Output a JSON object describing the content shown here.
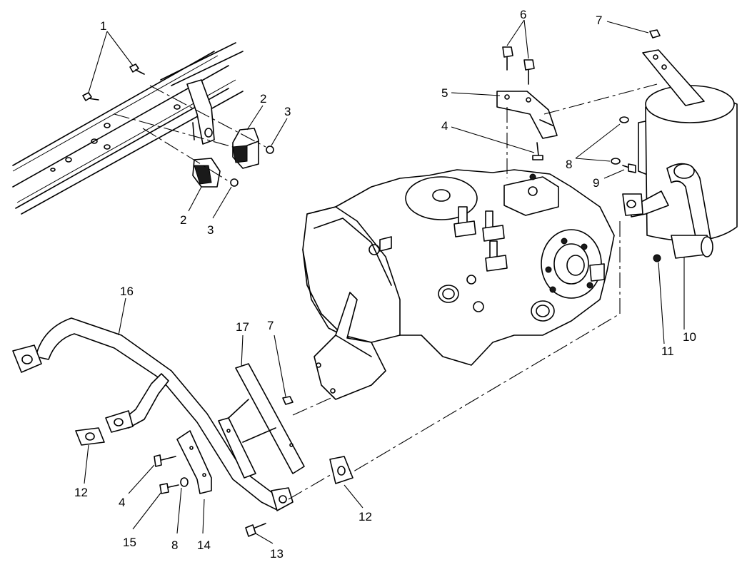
{
  "callouts": [
    {
      "id": "c1",
      "text": "1"
    },
    {
      "id": "c2a",
      "text": "2"
    },
    {
      "id": "c2b",
      "text": "2"
    },
    {
      "id": "c3a",
      "text": "3"
    },
    {
      "id": "c3b",
      "text": "3"
    },
    {
      "id": "c4a",
      "text": "4"
    },
    {
      "id": "c4b",
      "text": "4"
    },
    {
      "id": "c5",
      "text": "5"
    },
    {
      "id": "c6",
      "text": "6"
    },
    {
      "id": "c7a",
      "text": "7"
    },
    {
      "id": "c7b",
      "text": "7"
    },
    {
      "id": "c8a",
      "text": "8"
    },
    {
      "id": "c8b",
      "text": "8"
    },
    {
      "id": "c9",
      "text": "9"
    },
    {
      "id": "c10",
      "text": "10"
    },
    {
      "id": "c11",
      "text": "11"
    },
    {
      "id": "c12a",
      "text": "12"
    },
    {
      "id": "c12b",
      "text": "12"
    },
    {
      "id": "c13",
      "text": "13"
    },
    {
      "id": "c14",
      "text": "14"
    },
    {
      "id": "c15",
      "text": "15"
    },
    {
      "id": "c16",
      "text": "16"
    },
    {
      "id": "c17",
      "text": "17"
    }
  ]
}
